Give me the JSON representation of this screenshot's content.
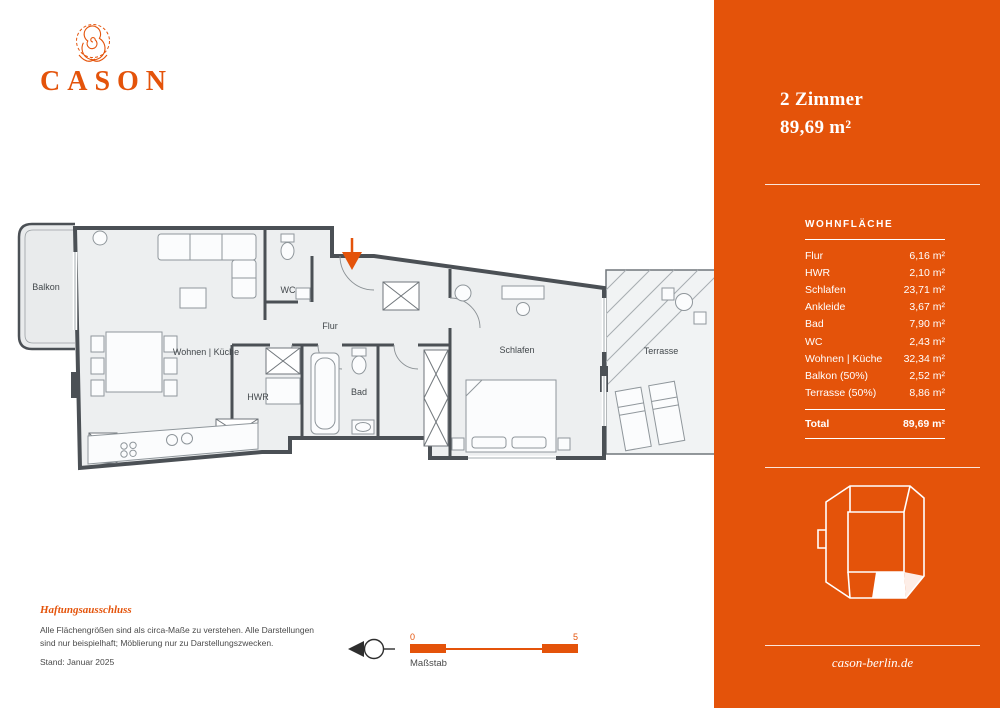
{
  "brand": {
    "name": "CASON",
    "logo_icon": "rose-ornament-icon",
    "website": "cason-berlin.de"
  },
  "unit": {
    "rooms": "2 Zimmer",
    "area": "89,69 m²"
  },
  "area_table": {
    "title": "WOHNFLÄCHE",
    "rows": [
      {
        "label": "Flur",
        "value": "6,16 m²"
      },
      {
        "label": "HWR",
        "value": "2,10 m²"
      },
      {
        "label": "Schlafen",
        "value": "23,71 m²"
      },
      {
        "label": "Ankleide",
        "value": "3,67 m²"
      },
      {
        "label": "Bad",
        "value": "7,90 m²"
      },
      {
        "label": "WC",
        "value": "2,43 m²"
      },
      {
        "label": "Wohnen | Küche",
        "value": "32,34 m²"
      },
      {
        "label": "Balkon (50%)",
        "value": "2,52 m²"
      },
      {
        "label": "Terrasse (50%)",
        "value": "8,86 m²"
      }
    ],
    "total": {
      "label": "Total",
      "value": "89,69 m²"
    }
  },
  "plan": {
    "rooms": {
      "balkon": "Balkon",
      "wohnen_kueche": "Wohnen | Küche",
      "wc": "WC",
      "flur": "Flur",
      "hwr": "HWR",
      "bad": "Bad",
      "schlafen": "Schlafen",
      "terrasse": "Terrasse"
    },
    "icons": {
      "entrance_arrow": "entrance-direction-arrow",
      "north_arrow": "north-arrow-compass"
    }
  },
  "footer": {
    "disclaimer_title": "Haftungsausschluss",
    "disclaimer_line1": "Alle Flächengrößen sind als circa-Maße zu verstehen. Alle Darstellungen",
    "disclaimer_line2": "sind nur beispielhaft; Möblierung nur zu Darstellungszwecken.",
    "stand": "Stand: Januar 2025",
    "scale": {
      "start": "0",
      "end": "5",
      "label": "Maßstab"
    }
  },
  "colors": {
    "brand_orange": "#E4530A"
  }
}
